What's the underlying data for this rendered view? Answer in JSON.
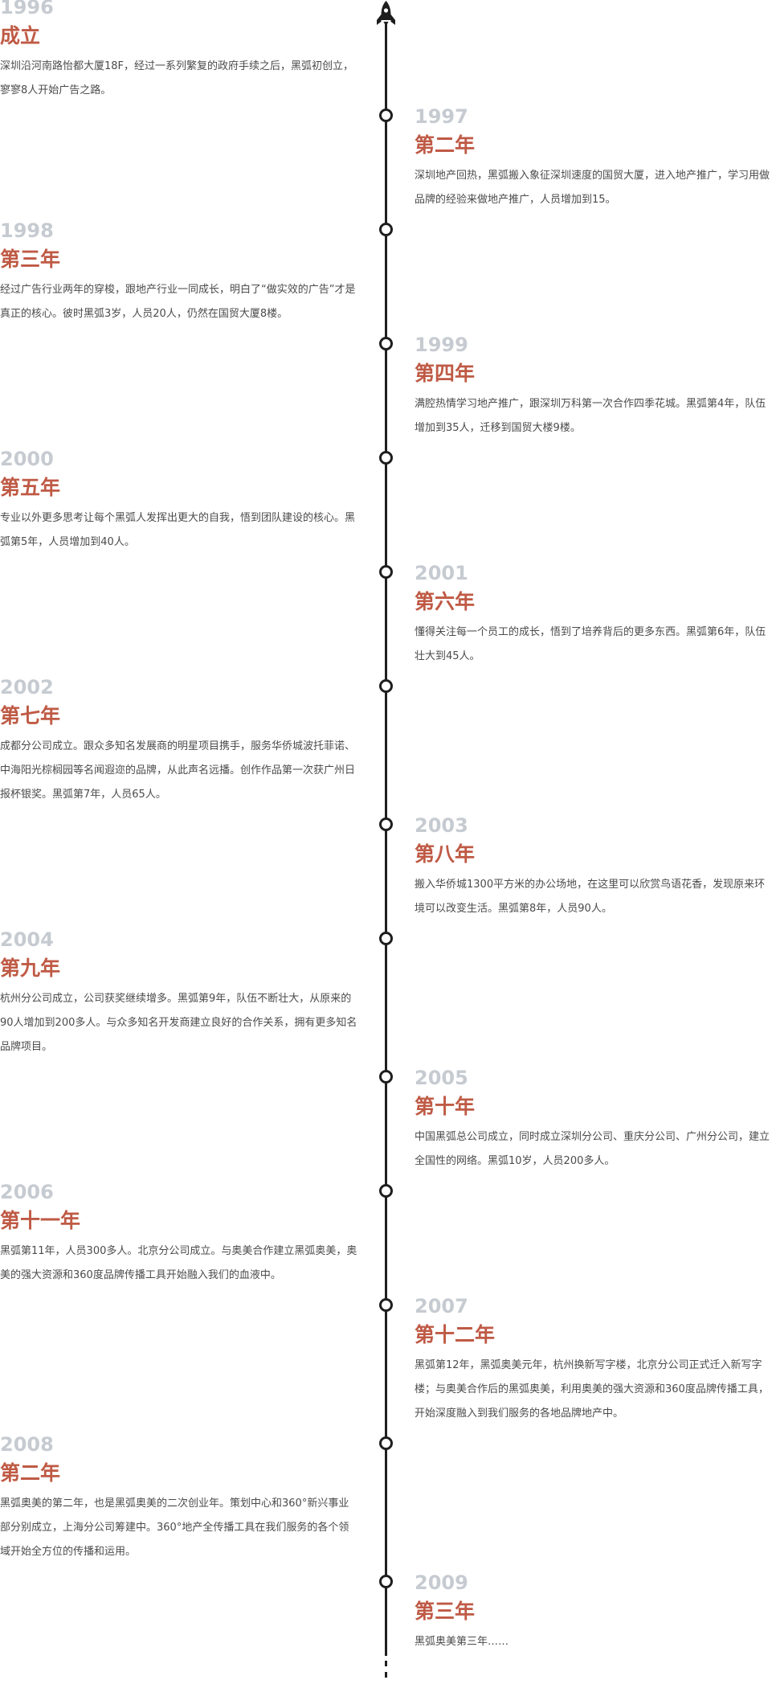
{
  "timeline": {
    "entries": [
      {
        "year": "1996",
        "title": "成立",
        "text": "深圳沿河南路怡都大厦18F，经过一系列繁复的政府手续之后，黑弧初创立，寥寥8人开始广告之路。"
      },
      {
        "year": "1997",
        "title": "第二年",
        "text": "深圳地产回热，黑弧搬入象征深圳速度的国贸大厦，进入地产推广，学习用做品牌的经验来做地产推广，人员增加到15。"
      },
      {
        "year": "1998",
        "title": "第三年",
        "text": "经过广告行业两年的穿梭，跟地产行业一同成长，明白了“做实效的广告”才是真正的核心。彼时黑弧3岁，人员20人，仍然在国贸大厦8楼。"
      },
      {
        "year": "1999",
        "title": "第四年",
        "text": "满腔热情学习地产推广，跟深圳万科第一次合作四季花城。黑弧第4年，队伍增加到35人，迁移到国贸大楼9楼。"
      },
      {
        "year": "2000",
        "title": "第五年",
        "text": "专业以外更多思考让每个黑弧人发挥出更大的自我，悟到团队建设的核心。黑弧第5年，人员增加到40人。"
      },
      {
        "year": "2001",
        "title": "第六年",
        "text": "懂得关注每一个员工的成长，悟到了培养背后的更多东西。黑弧第6年，队伍壮大到45人。"
      },
      {
        "year": "2002",
        "title": "第七年",
        "text": "成都分公司成立。跟众多知名发展商的明星项目携手，服务华侨城波托菲诺、中海阳光棕榈园等名闻遐迩的品牌，从此声名远播。创作作品第一次获广州日报杯银奖。黑弧第7年，人员65人。"
      },
      {
        "year": "2003",
        "title": "第八年",
        "text": "搬入华侨城1300平方米的办公场地，在这里可以欣赏鸟语花香，发现原来环境可以改变生活。黑弧第8年，人员90人。"
      },
      {
        "year": "2004",
        "title": "第九年",
        "text": "杭州分公司成立，公司获奖继续增多。黑弧第9年，队伍不断壮大，从原来的90人增加到200多人。与众多知名开发商建立良好的合作关系，拥有更多知名品牌项目。"
      },
      {
        "year": "2005",
        "title": "第十年",
        "text": "中国黑弧总公司成立，同时成立深圳分公司、重庆分公司、广州分公司，建立全国性的网络。黑弧10岁，人员200多人。"
      },
      {
        "year": "2006",
        "title": "第十一年",
        "text": "黑弧第11年，人员300多人。北京分公司成立。与奥美合作建立黑弧奥美，奥美的强大资源和360度品牌传播工具开始融入我们的血液中。"
      },
      {
        "year": "2007",
        "title": "第十二年",
        "text": "黑弧第12年，黑弧奥美元年，杭州换新写字楼，北京分公司正式迁入新写字楼；与奥美合作后的黑弧奥美，利用奥美的强大资源和360度品牌传播工具，开始深度融入到我们服务的各地品牌地产中。"
      },
      {
        "year": "2008",
        "title": "第二年",
        "text": "黑弧奥美的第二年，也是黑弧奥美的二次创业年。策划中心和360°新兴事业部分别成立，上海分公司筹建中。360°地产全传播工具在我们服务的各个领域开始全方位的传播和运用。"
      },
      {
        "year": "2009",
        "title": "第三年",
        "text": "黑弧奥美第三年……"
      }
    ]
  }
}
